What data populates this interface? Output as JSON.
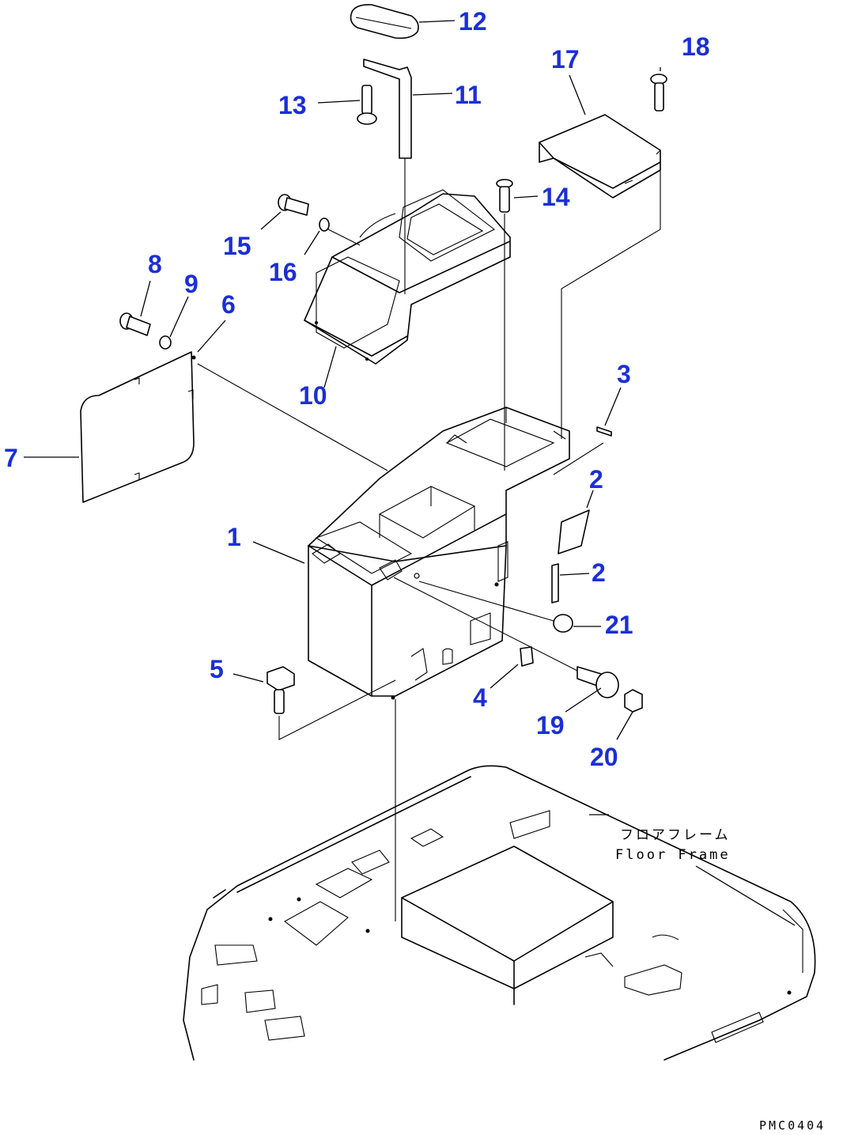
{
  "callouts": [
    {
      "id": "1",
      "label": "1"
    },
    {
      "id": "2a",
      "label": "2"
    },
    {
      "id": "2b",
      "label": "2"
    },
    {
      "id": "3",
      "label": "3"
    },
    {
      "id": "4",
      "label": "4"
    },
    {
      "id": "5",
      "label": "5"
    },
    {
      "id": "6",
      "label": "6"
    },
    {
      "id": "7",
      "label": "7"
    },
    {
      "id": "8",
      "label": "8"
    },
    {
      "id": "9",
      "label": "9"
    },
    {
      "id": "10",
      "label": "10"
    },
    {
      "id": "11",
      "label": "11"
    },
    {
      "id": "12",
      "label": "12"
    },
    {
      "id": "13",
      "label": "13"
    },
    {
      "id": "14",
      "label": "14"
    },
    {
      "id": "15",
      "label": "15"
    },
    {
      "id": "16",
      "label": "16"
    },
    {
      "id": "17",
      "label": "17"
    },
    {
      "id": "18",
      "label": "18"
    },
    {
      "id": "19",
      "label": "19"
    },
    {
      "id": "20",
      "label": "20"
    },
    {
      "id": "21",
      "label": "21"
    }
  ],
  "annotations": {
    "floor_frame_jp": "フロアフレーム",
    "floor_frame_en": "Floor Frame"
  },
  "drawing_code": "PMC0404",
  "colors": {
    "callout": "#1a2fd8",
    "line": "#000000",
    "background": "#ffffff"
  }
}
